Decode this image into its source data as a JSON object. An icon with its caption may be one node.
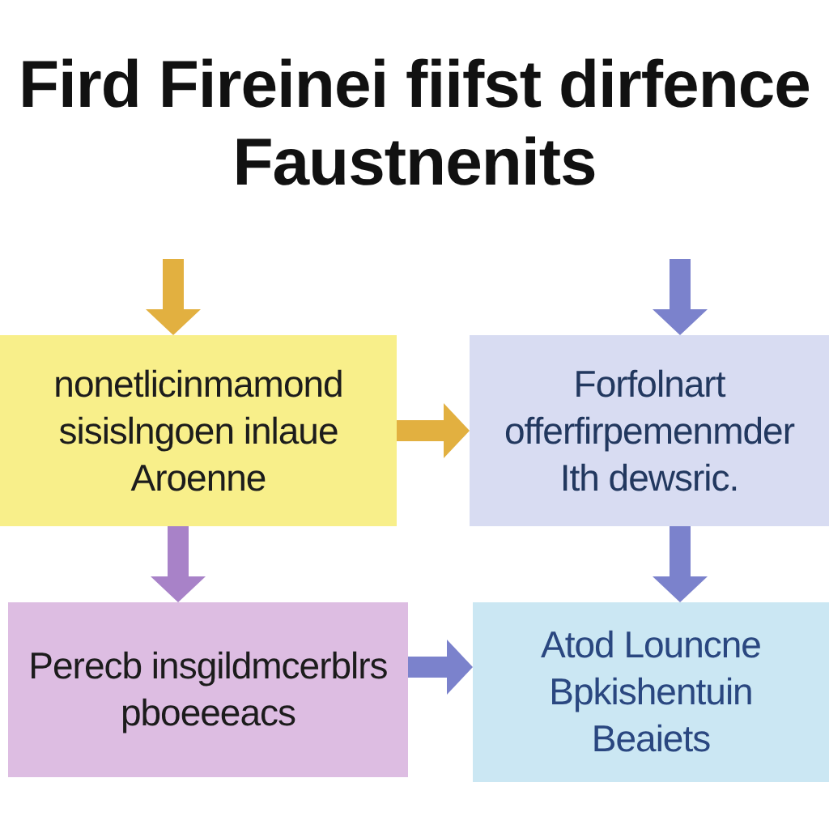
{
  "diagram": {
    "title": "Fird Fireinei fiifst dirfence Faustnenits",
    "nodes": [
      {
        "text": [
          "nonetlicinmamond sisislngoen inlaue Aroenne"
        ]
      },
      {
        "text": [
          "Forfolnart offerfirpemenmder Ith dewsric."
        ]
      },
      {
        "text": [
          "Perecb insgildmcerblrs pboeeeacs"
        ]
      },
      {
        "text": [
          "Atod Louncne Bpkishentuin Beaiets"
        ]
      }
    ],
    "edges": [
      {
        "from": null,
        "to": 0,
        "arrow": "to",
        "color": "#e2b040"
      },
      {
        "from": null,
        "to": 1,
        "arrow": "to"
      },
      {
        "from": 0,
        "to": 1,
        "arrow": "to",
        "color": "#e2b040"
      },
      {
        "from": 0,
        "to": 2,
        "arrow": "to",
        "color": "#a882c8"
      },
      {
        "from": 1,
        "to": 3,
        "arrow": "to"
      },
      {
        "from": 2,
        "to": 3,
        "arrow": "to"
      }
    ]
  }
}
